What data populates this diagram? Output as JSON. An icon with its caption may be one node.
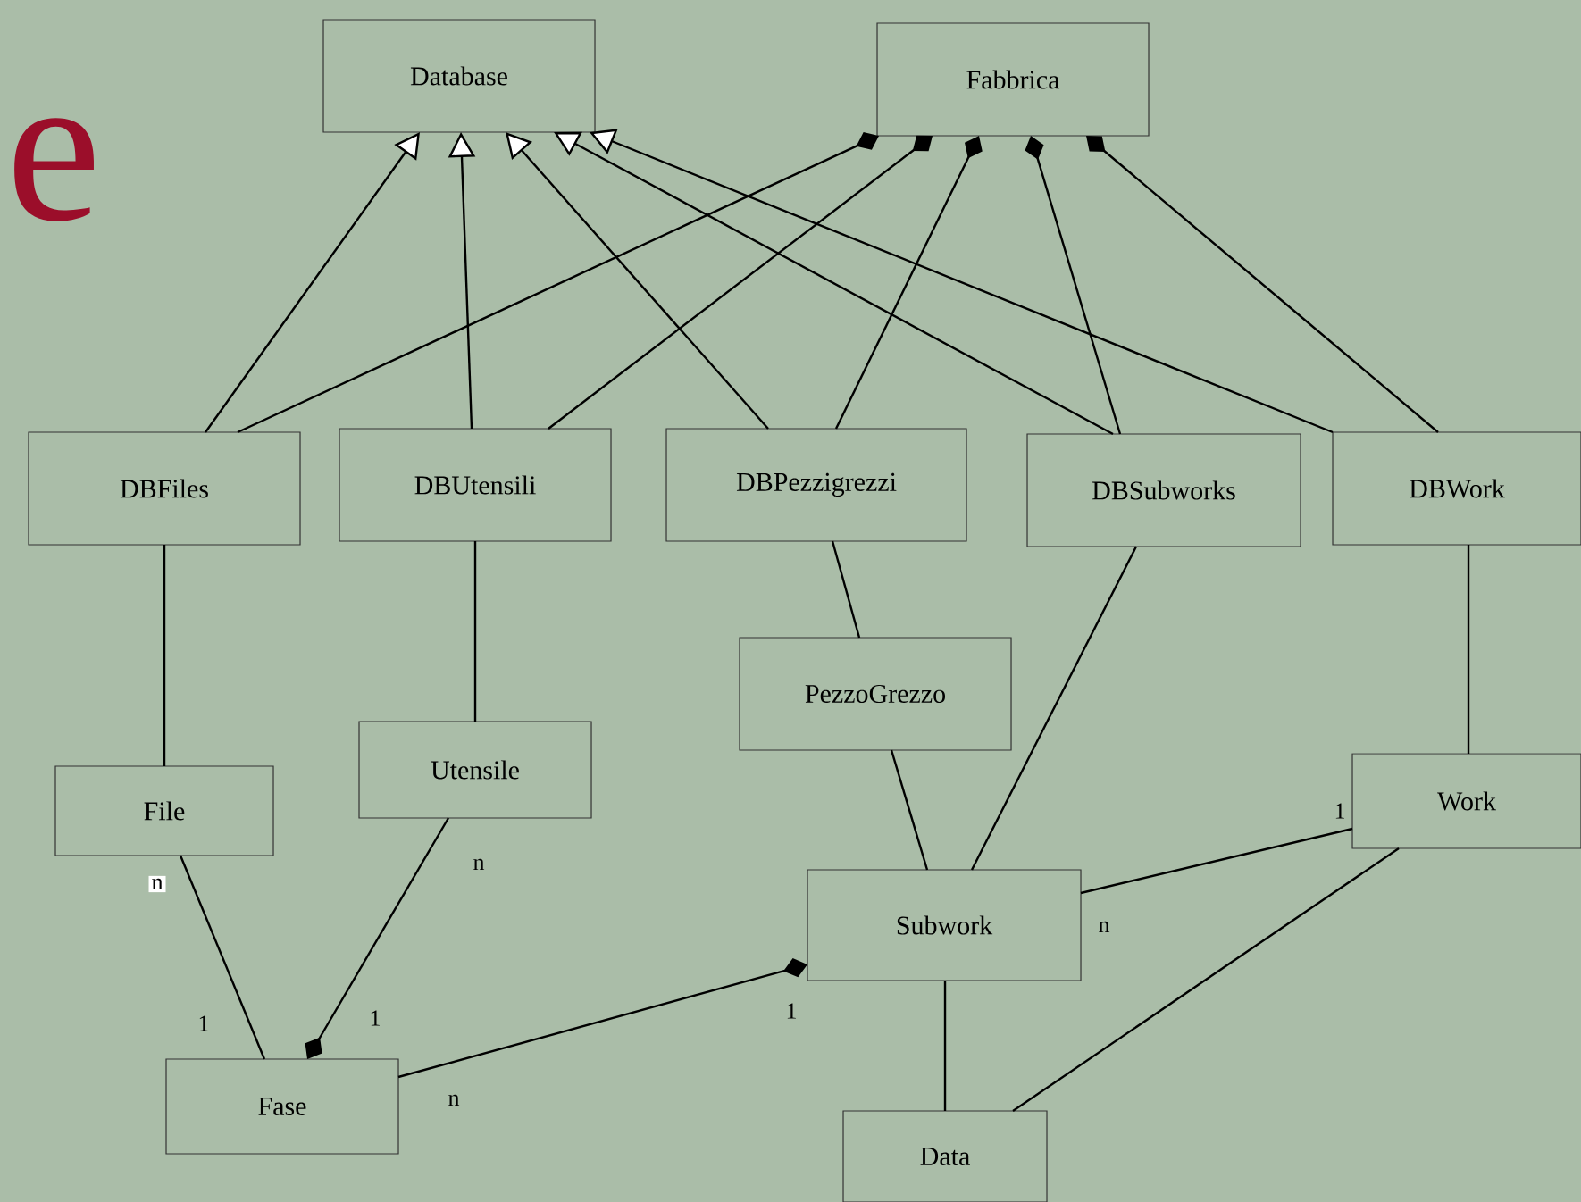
{
  "diagram": {
    "nodes": [
      {
        "text": [
          "Database"
        ]
      },
      {
        "text": [
          "Fabbrica"
        ]
      },
      {
        "text": [
          "DBFiles"
        ]
      },
      {
        "text": [
          "DBUtensili"
        ]
      },
      {
        "text": [
          "DBPezzigrezzi"
        ]
      },
      {
        "text": [
          "DBSubworks"
        ]
      },
      {
        "text": [
          "DBWork"
        ]
      },
      {
        "text": [
          "PezzoGrezzo"
        ]
      },
      {
        "text": [
          "File"
        ]
      },
      {
        "text": [
          "Utensile"
        ]
      },
      {
        "text": [
          "Subwork"
        ]
      },
      {
        "text": [
          "Work"
        ]
      },
      {
        "text": [
          "Fase"
        ]
      },
      {
        "text": [
          "Data"
        ]
      }
    ],
    "edges": [
      {
        "from": 2,
        "to": 0,
        "arrow": "to"
      },
      {
        "from": 3,
        "to": 0,
        "arrow": "to"
      },
      {
        "from": 4,
        "to": 0,
        "arrow": "to"
      },
      {
        "from": 5,
        "to": 0,
        "arrow": "to"
      },
      {
        "from": 6,
        "to": 0,
        "arrow": "to"
      },
      {
        "from": 1,
        "to": 2,
        "arrow": "other"
      },
      {
        "from": 1,
        "to": 3,
        "arrow": "other"
      },
      {
        "from": 1,
        "to": 4,
        "arrow": "other"
      },
      {
        "from": 1,
        "to": 5,
        "arrow": "other"
      },
      {
        "from": 1,
        "to": 6,
        "arrow": "other"
      },
      {
        "from": 2,
        "to": 8,
        "arrow": "none"
      },
      {
        "from": 3,
        "to": 9,
        "arrow": "none"
      },
      {
        "from": 4,
        "to": 7,
        "arrow": "none"
      },
      {
        "from": 7,
        "to": 10,
        "arrow": "none"
      },
      {
        "from": 5,
        "to": 10,
        "arrow": "none"
      },
      {
        "from": 6,
        "to": 11,
        "arrow": "none"
      },
      {
        "from": 8,
        "to": 12,
        "arrow": "none"
      },
      {
        "from": 12,
        "to": 9,
        "arrow": "other"
      },
      {
        "from": 10,
        "to": 12,
        "arrow": "other"
      },
      {
        "from": 10,
        "to": 11,
        "arrow": "none"
      },
      {
        "from": 10,
        "to": 13,
        "arrow": "none"
      },
      {
        "from": 11,
        "to": 13,
        "arrow": "none"
      }
    ],
    "labels": [
      "e",
      "1",
      "n",
      "n",
      "n",
      "1",
      "1",
      "1",
      "n"
    ]
  }
}
